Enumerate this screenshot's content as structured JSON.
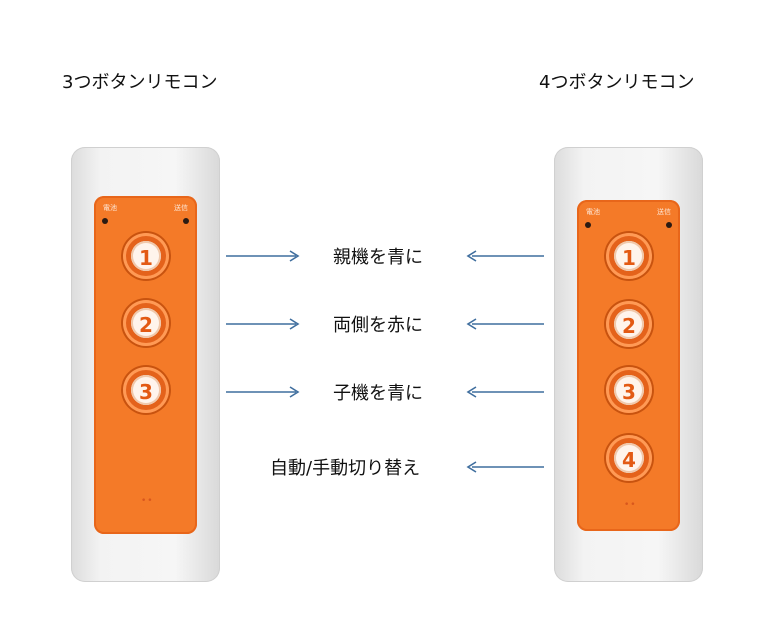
{
  "titles": {
    "left": "3つボタンリモコン",
    "right": "4つボタンリモコン"
  },
  "remote_left": {
    "label_left": "電池",
    "label_right": "送信",
    "buttons": [
      "1",
      "2",
      "3"
    ]
  },
  "remote_right": {
    "label_left": "電池",
    "label_right": "送信",
    "buttons": [
      "1",
      "2",
      "3",
      "4"
    ]
  },
  "functions": [
    "親機を青に",
    "両側を赤に",
    "子機を青に",
    "自動/手動切り替え"
  ],
  "colors": {
    "arrow": "#3f6e9e",
    "remote_orange": "#f47a28",
    "remote_body": "#f0f0f0"
  }
}
